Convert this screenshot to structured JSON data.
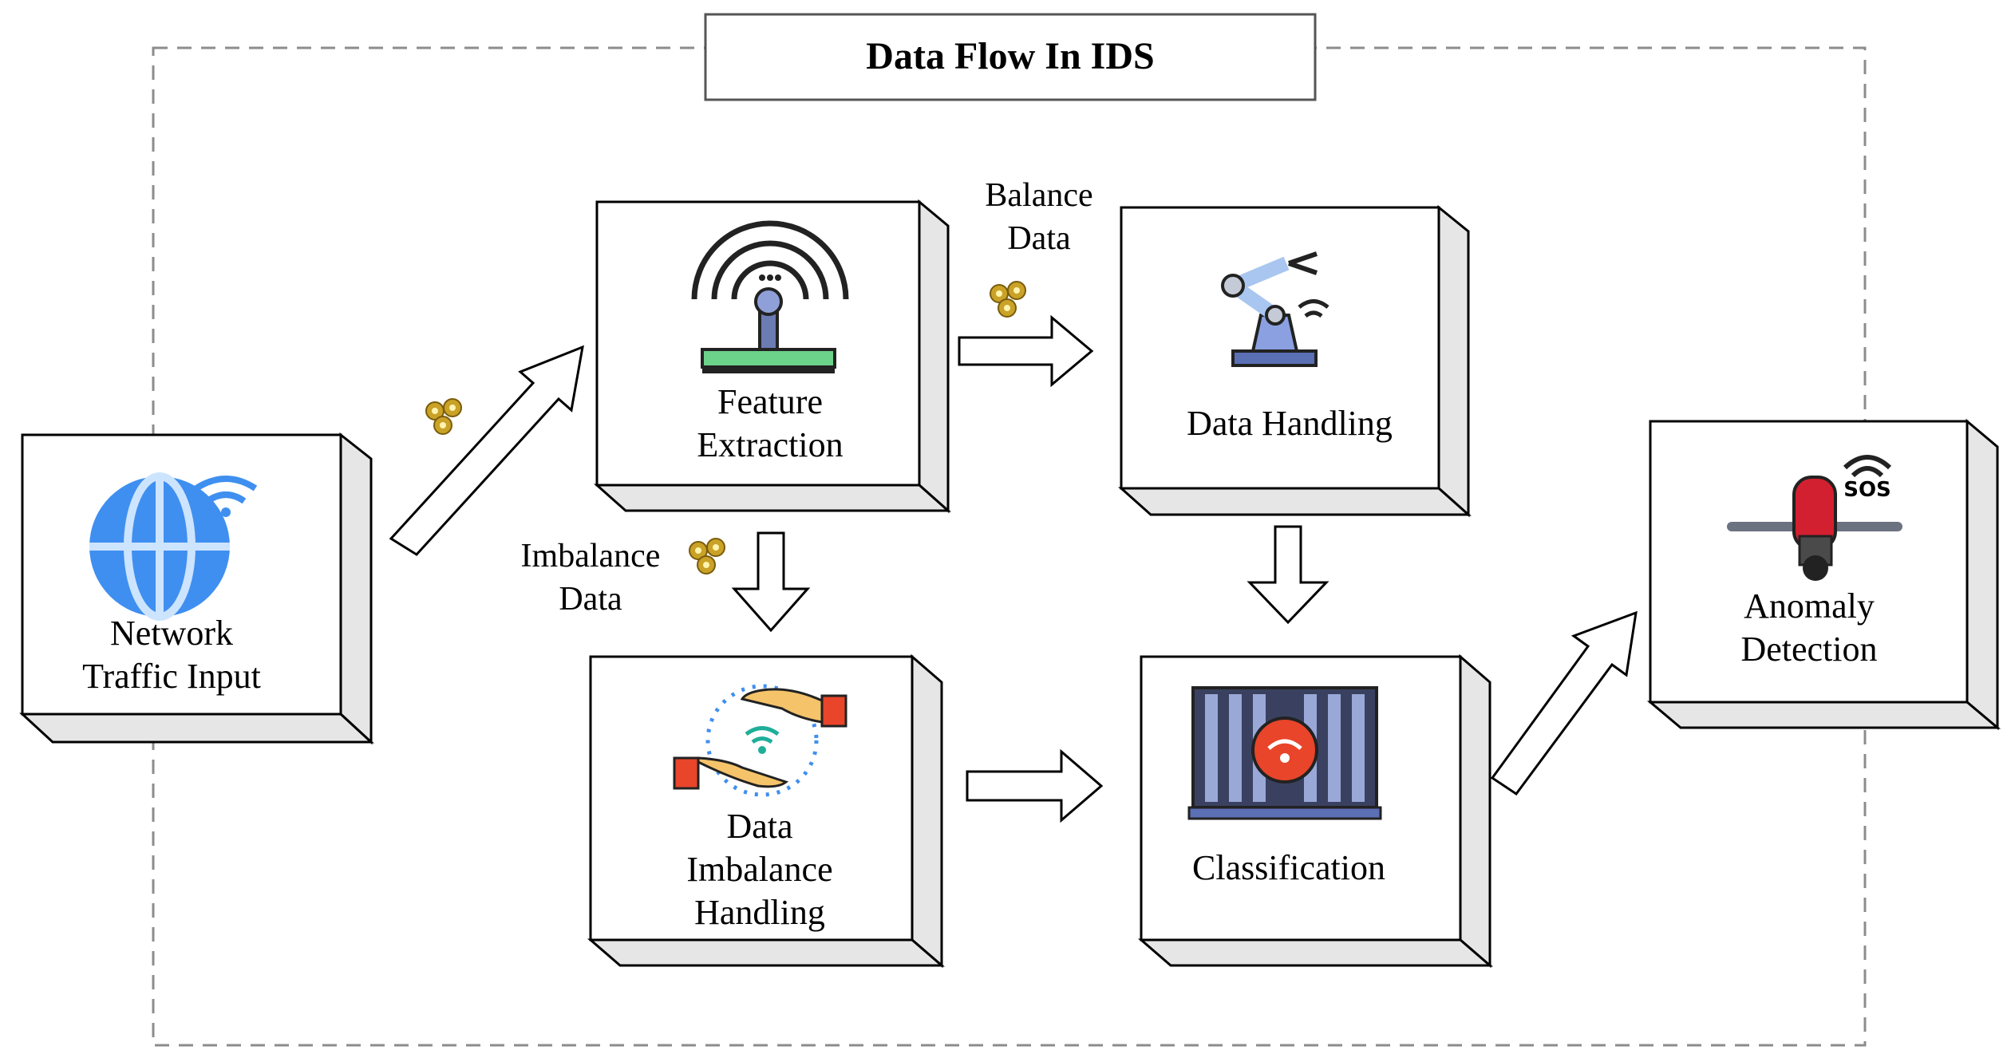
{
  "diagram": {
    "title": "Data Flow In IDS",
    "nodes": {
      "network": {
        "line1": "Network",
        "line2": "Traffic Input",
        "icon": "globe-wifi-icon"
      },
      "feature": {
        "line1": "Feature",
        "line2": "Extraction",
        "icon": "router-antenna-icon"
      },
      "handling": {
        "line1": "Data Handling",
        "icon": "robot-arm-icon"
      },
      "imbalance": {
        "line1": "Data",
        "line2": "Imbalance",
        "line3": "Handling",
        "icon": "hands-exchange-icon"
      },
      "classification": {
        "line1": "Classification",
        "icon": "server-rack-signal-icon"
      },
      "anomaly": {
        "line1": "Anomaly",
        "line2": "Detection",
        "icon": "sos-alarm-icon",
        "badge": "SOS"
      }
    },
    "edge_labels": {
      "balance": {
        "line1": "Balance",
        "line2": "Data"
      },
      "imbalance": {
        "line1": "Imbalance",
        "line2": "Data"
      }
    },
    "colors": {
      "box_border": "#000000",
      "box_shade": "#e6e6e6",
      "frame_dash": "#8c8c8c",
      "gear": "#c9a227",
      "globe": "#3f8ff0",
      "signal_red": "#e8452a"
    }
  }
}
